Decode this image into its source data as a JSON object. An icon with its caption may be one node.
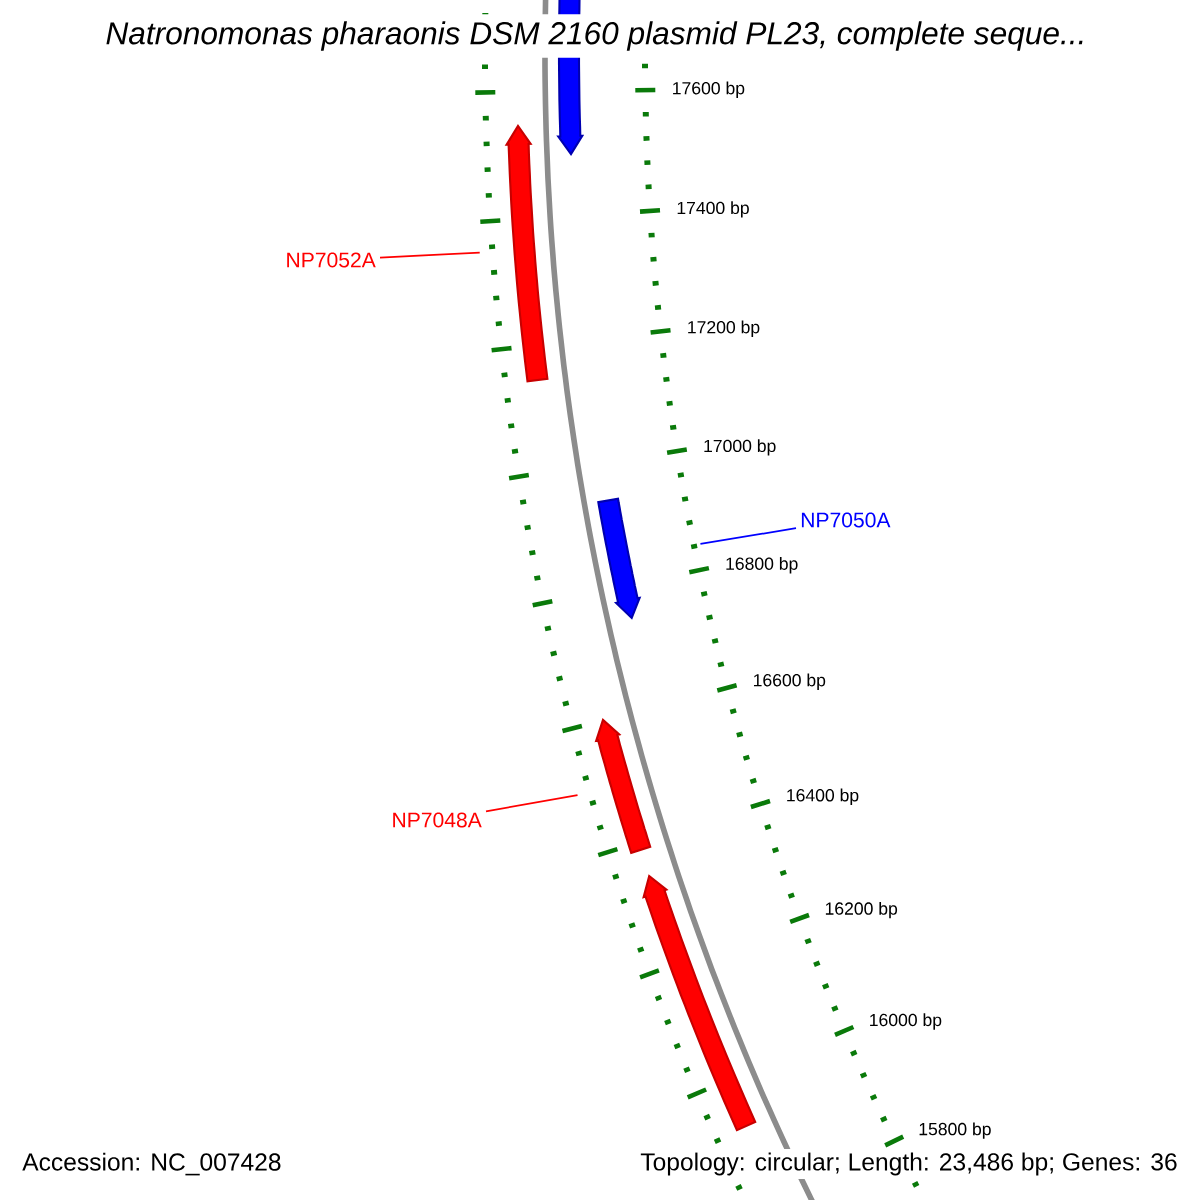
{
  "diagram": {
    "title": "Natronomonas pharaonis DSM 2160 plasmid PL23, complete seque...",
    "nodes": [
      {
        "text": [],
        "shape": "arrow"
      },
      {
        "text": [
          "NP7052A"
        ]
      },
      {
        "text": [],
        "shape": "arrow"
      },
      {
        "text": [
          "NP7050A"
        ]
      },
      {
        "text": [],
        "shape": "arrow"
      },
      {
        "text": [
          "NP7048A"
        ]
      },
      {
        "text": [],
        "shape": "arrow"
      },
      {
        "text": [],
        "shape": "arrow"
      }
    ],
    "edges": [
      {
        "from": 1,
        "to": 2,
        "arrow": "none",
        "color": "#ff0000"
      },
      {
        "from": 3,
        "to": 4,
        "arrow": "none",
        "color": "#0000ff"
      },
      {
        "from": 5,
        "to": 6,
        "arrow": "none",
        "color": "#ff0000"
      }
    ],
    "labels": [
      "17600 bp",
      "17400 bp",
      "17200 bp",
      "17000 bp",
      "16800 bp",
      "16600 bp",
      "16400 bp",
      "16200 bp",
      "16000 bp",
      "15800 bp",
      "Accession: NC_007428",
      "Topology: circular; Length: 23,486 bp; Genes: 36"
    ]
  }
}
